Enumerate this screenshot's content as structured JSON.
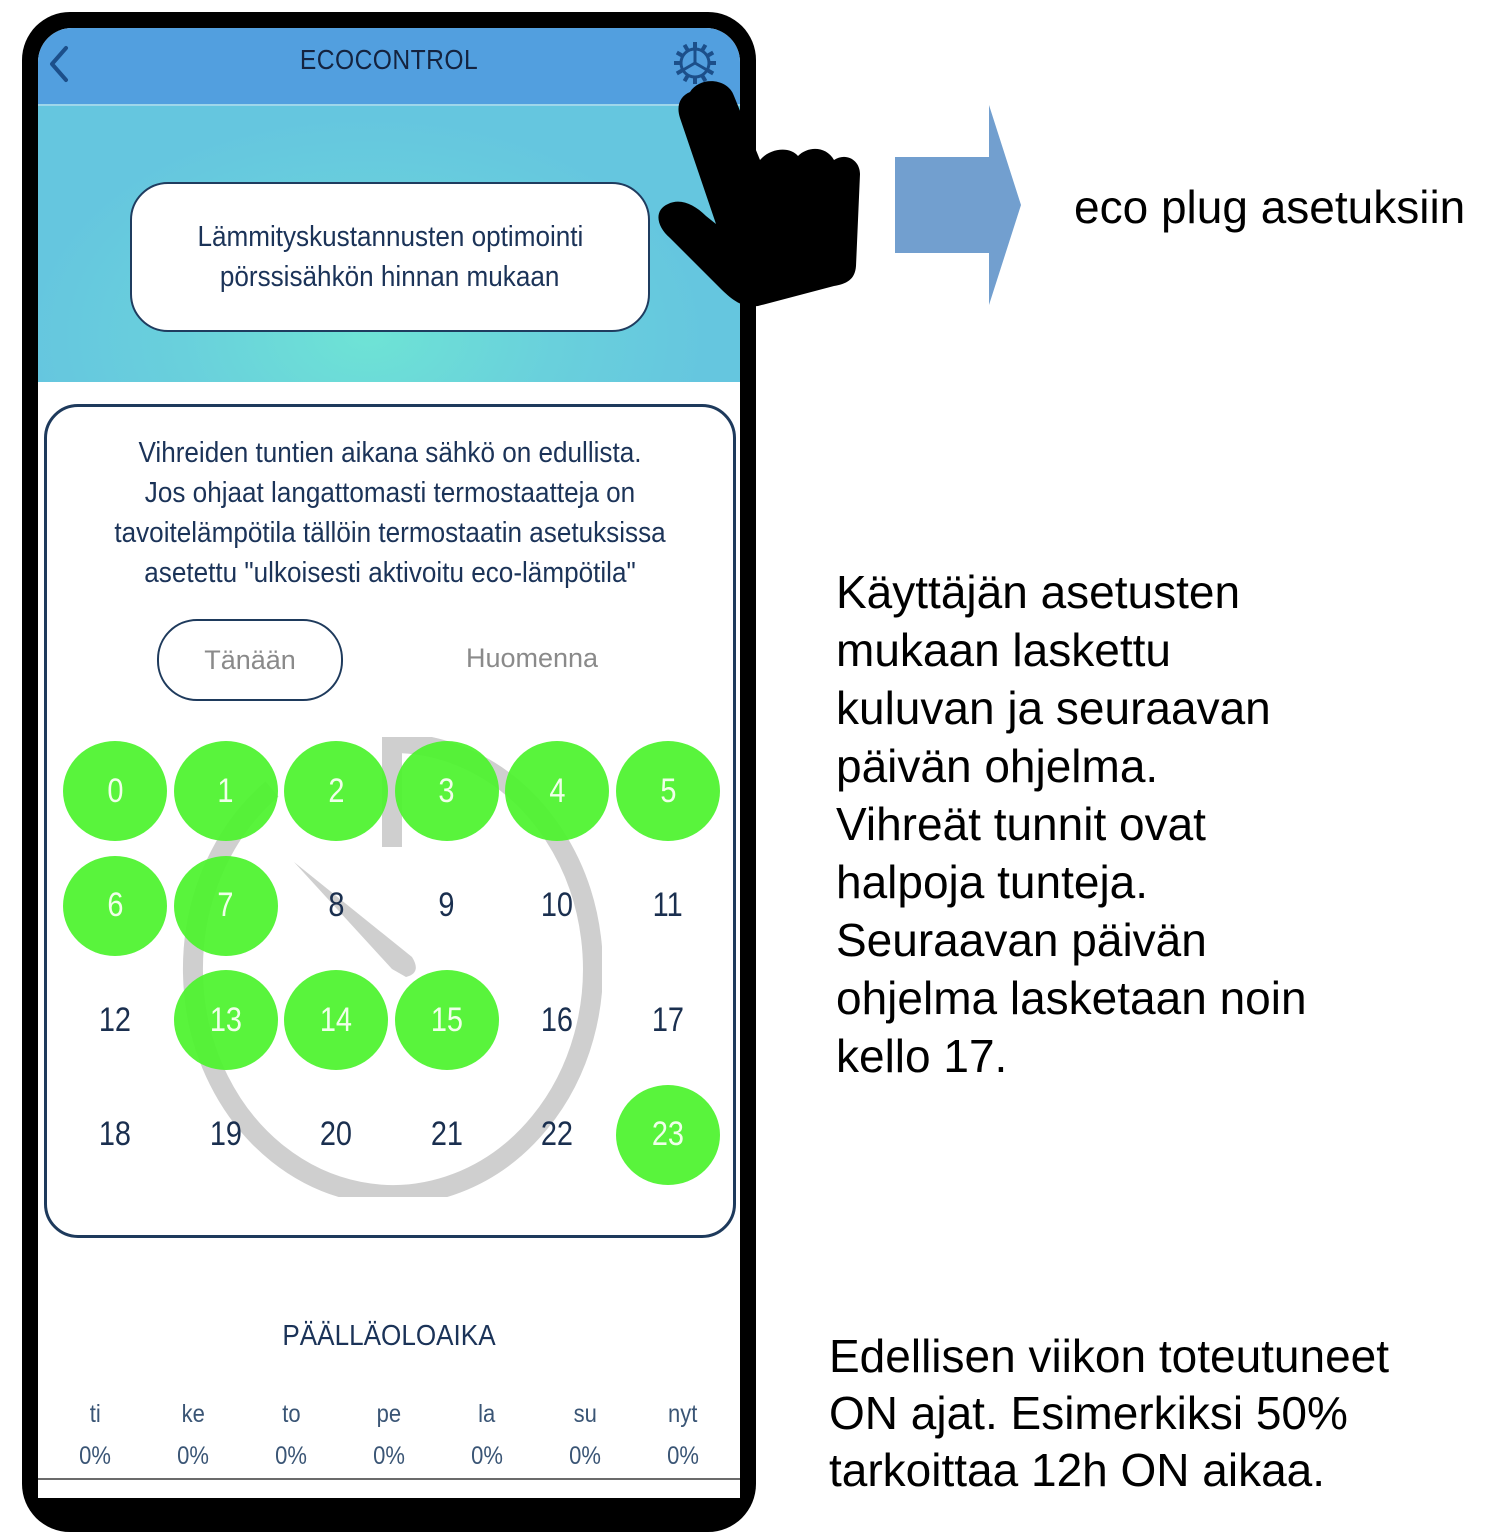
{
  "app": {
    "title": "ECOCONTROL",
    "back_icon": "chevron-left-icon",
    "settings_icon": "gear-icon"
  },
  "hero": {
    "lines": [
      "Lämmityskustannusten optimointi",
      "pörssisähkön hinnan mukaan"
    ]
  },
  "info": {
    "lines": [
      "Vihreiden tuntien aikana sähkö on edullista.",
      "Jos ohjaat langattomasti termostaatteja on",
      "tavoitelämpötila tällöin termostaatin asetuksissa",
      "asetettu \"ulkoisesti aktivoitu eco-lämpötila\""
    ]
  },
  "tabs": {
    "today": "Tänään",
    "tomorrow": "Huomenna",
    "selected": "today"
  },
  "hours": {
    "labels": [
      "0",
      "1",
      "2",
      "3",
      "4",
      "5",
      "6",
      "7",
      "8",
      "9",
      "10",
      "11",
      "12",
      "13",
      "14",
      "15",
      "16",
      "17",
      "18",
      "19",
      "20",
      "21",
      "22",
      "23"
    ],
    "green": [
      0,
      1,
      2,
      3,
      4,
      5,
      6,
      7,
      13,
      14,
      15,
      23
    ],
    "green_color": "#4cf32d",
    "text_color": "#1a2f4f"
  },
  "ontime": {
    "title": "PÄÄLLÄOLOAIKA",
    "days": [
      "ti",
      "ke",
      "to",
      "pe",
      "la",
      "su",
      "nyt"
    ],
    "values": [
      "0%",
      "0%",
      "0%",
      "0%",
      "0%",
      "0%",
      "0%"
    ]
  },
  "annotations": {
    "settings": "eco plug asetuksiin",
    "schedule_lines": [
      "Käyttäjän asetusten",
      "mukaan laskettu",
      "kuluvan ja seuraavan",
      "päivän ohjelma.",
      "Vihreät tunnit ovat",
      "halpoja tunteja.",
      "Seuraavan päivän",
      "ohjelma lasketaan noin",
      "kello 17."
    ],
    "ontime_lines": [
      "Edellisen viikon toteutuneet",
      "ON ajat. Esimerkiksi 50%",
      "tarkoittaa 12h ON aikaa."
    ]
  },
  "colors": {
    "topbar": "#529fdf",
    "hero_gradient": [
      "#6ee3d5",
      "#65c6df"
    ],
    "navy": "#1e3a5c",
    "arrow": "#729fcf"
  }
}
